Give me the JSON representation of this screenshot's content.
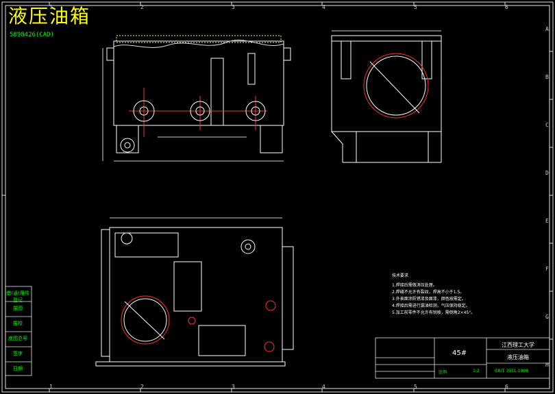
{
  "title": "液压油箱",
  "subtitle": "5898426(CAD)",
  "grid": {
    "columns": [
      "1",
      "2",
      "3",
      "4",
      "5",
      "6"
    ],
    "rows": [
      "A",
      "B",
      "C",
      "D",
      "E",
      "F",
      "G",
      "H"
    ]
  },
  "notes": {
    "heading": "技术要求",
    "lines": [
      "1.焊接后需做消压处理。",
      "2.焊缝不允许有裂纹，焊高不小于1.5。",
      "3.外表面涂防锈漆及面漆，颜色按需定。",
      "4.焊接后需进行漏油检测，气压保持稳定。",
      "5.加工前零件不允许有锐棱，需倒角2×45°。"
    ]
  },
  "title_block": {
    "material": "45#",
    "school": "江西理工大学",
    "part_name": "液压油箱",
    "drawing_no": "GB/T 3951-1998",
    "scale_label": "比例",
    "scale": "1:2"
  },
  "side_labels": [
    "借(通)用件登记",
    "描图",
    "描校",
    "底图总号",
    "签字",
    "日期"
  ],
  "colors": {
    "background": "#000000",
    "outline": "#ffffff",
    "accent": "#ff3030",
    "text": "#00ff00",
    "title": "#ffff00"
  }
}
